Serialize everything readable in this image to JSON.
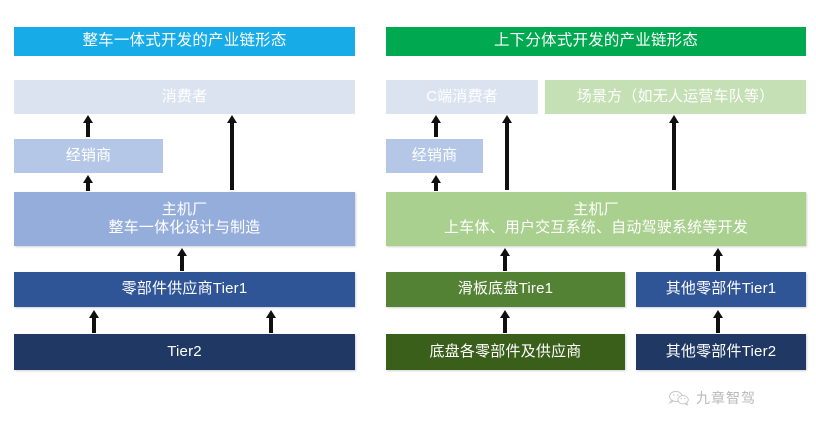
{
  "diagram": {
    "title_left": "整车一体式开发的产业链形态",
    "title_right": "上下分体式开发的产业链形态",
    "colors": {
      "banner_blue": "#17ACE8",
      "banner_green": "#00A94F",
      "pale_blue": "#DCE3F0",
      "light_blue": "#B4C7E7",
      "mid_blue": "#95ADDB",
      "blue": "#2F5597",
      "dark_blue": "#203864",
      "pale_green": "#C5E0B4",
      "green": "#A9D08E",
      "mid_green": "#548235",
      "dark_green": "#3A5F1B",
      "arrow": "#101010",
      "watermark": "#B9B9B9"
    }
  },
  "left_panel": {
    "header": "整车一体式开发的产业链形态",
    "nodes": [
      {
        "id": "consumer",
        "label": "消费者"
      },
      {
        "id": "dealer",
        "label": "经销商"
      },
      {
        "id": "oem_l1",
        "label": "主机厂"
      },
      {
        "id": "oem_l2",
        "label": "整车一体化设计与制造"
      },
      {
        "id": "tier1",
        "label": "零部件供应商Tier1"
      },
      {
        "id": "tier2",
        "label": "Tier2"
      }
    ]
  },
  "right_panel": {
    "header": "上下分体式开发的产业链形态",
    "nodes": [
      {
        "id": "c_consumer",
        "label": "C端消费者"
      },
      {
        "id": "scenario",
        "label": "场景方（如无人运营车队等）"
      },
      {
        "id": "dealer_r",
        "label": "经销商"
      },
      {
        "id": "oem_r1",
        "label": "主机厂"
      },
      {
        "id": "oem_r2",
        "label": "上车体、用户交互系统、自动驾驶系统等开发"
      },
      {
        "id": "skate_t1",
        "label": "滑板底盘Tire1"
      },
      {
        "id": "chassis_sup",
        "label": "底盘各零部件及供应商"
      },
      {
        "id": "other_t1",
        "label": "其他零部件Tier1"
      },
      {
        "id": "other_t2",
        "label": "其他零部件Tier2"
      }
    ]
  },
  "watermark": {
    "label": "九章智驾",
    "icon": "wechat-icon"
  }
}
